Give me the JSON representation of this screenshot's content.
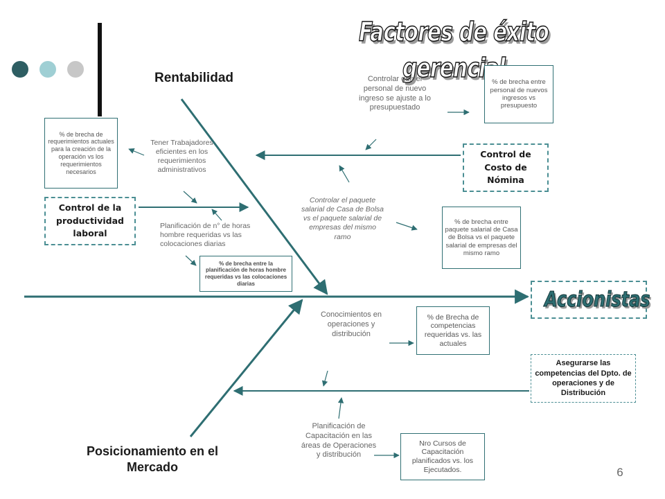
{
  "slide": {
    "title": "Factores de éxito gerencial",
    "page_number": "6",
    "decor_dots": [
      "#2e5e63",
      "#9fcfd4",
      "#c7c7c7"
    ]
  },
  "categories": {
    "rentabilidad": "Rentabilidad",
    "posicionamiento": "Posicionamiento en el Mercado"
  },
  "effect": {
    "label": "Accionistas",
    "color": "#2e6e72"
  },
  "productividad": {
    "head": "Control de la productividad laboral",
    "cause1": "Tener Trabajadores eficientes en los requerimientos administrativos",
    "metric1": "% de brecha de requerimientos actuales para la creación de la operación vs los requerimientos necesarios",
    "cause2": "Planificación de n° de horas hombre requeridas vs las colocaciones diarias",
    "metric2": "% de brecha entre la planificación de horas hombre requeridas vs las colocaciones diarias"
  },
  "nomina": {
    "head": "Control de Costo de Nómina",
    "cause1": "Controlar que el personal de nuevo ingreso se ajuste a lo presupuestado",
    "metric1": "% de brecha entre personal de nuevos ingresos vs presupuesto",
    "cause2": "Controlar el paquete salarial de Casa de Bolsa vs el paquete salarial de empresas del mismo ramo",
    "metric2": "% de brecha entre paquete salarial de Casa de Bolsa vs el paquete salarial de empresas del mismo ramo"
  },
  "competencias": {
    "head": "Asegurarse las competencias del Dpto. de operaciones y de Distribución",
    "cause1": "Conocimientos en operaciones y distribución",
    "metric1": "% de Brecha de competencias requeridas vs. las actuales",
    "cause2": "Planificación de Capacitación en las áreas de Operaciones y distribución",
    "metric2": "Nro Cursos de Capacitación planificados vs. los Ejecutados."
  }
}
